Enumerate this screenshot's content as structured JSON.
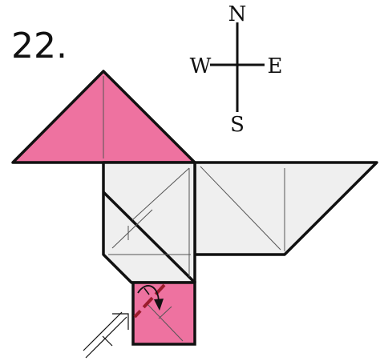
{
  "step": {
    "number": "22."
  },
  "compass": {
    "north": "N",
    "south": "S",
    "east": "E",
    "west": "W"
  },
  "colors": {
    "pink": "#ee72a0",
    "paper_grey": "#efefef",
    "outline": "#111111",
    "crease": "#777777",
    "fold_mark": "#9b1c2c"
  },
  "icons": [
    "fold-arrow-icon",
    "inside-reverse-arrow-icon",
    "valley-fold-line-icon"
  ]
}
